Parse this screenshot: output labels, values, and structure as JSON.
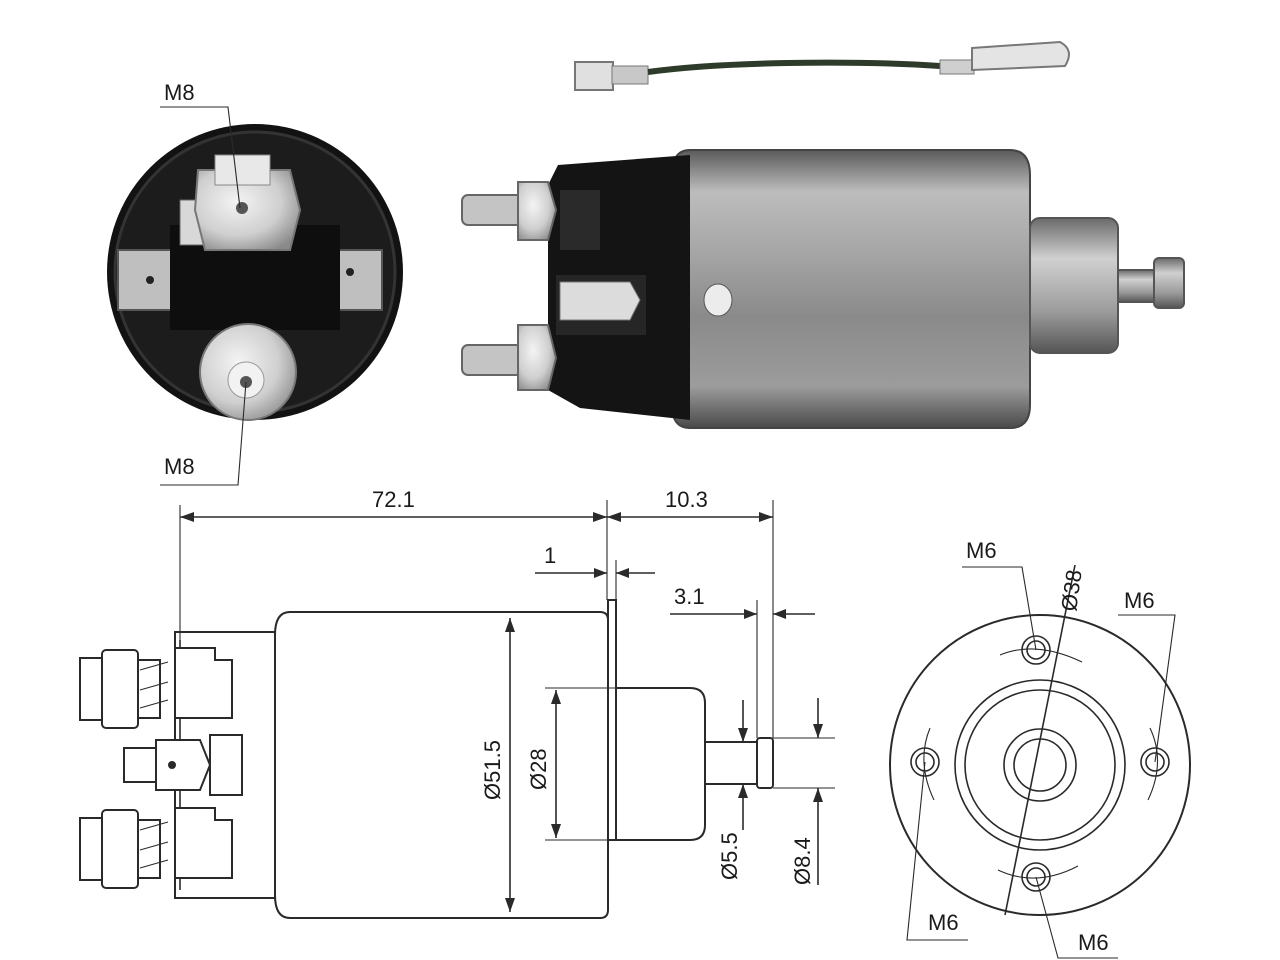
{
  "photo_labels": {
    "top_terminal": "M8",
    "bottom_terminal": "M8"
  },
  "dimensions": {
    "length_body": "72.1",
    "length_plunger": "10.3",
    "flange_gap": "1",
    "plunger_head": "3.1",
    "dia_body": "Ø51.5",
    "dia_boss": "Ø28",
    "dia_shaft": "Ø5.5",
    "dia_head": "Ø8.4"
  },
  "front_view": {
    "bolt_circle": "Ø38",
    "hole_top": "M6",
    "hole_right": "M6",
    "hole_left": "M6",
    "hole_bottom": "M6"
  },
  "colors": {
    "housing_dark": "#141414",
    "metal_light": "#c8c8c8",
    "metal_mid": "#8e8e8e",
    "line": "#2a2a2a"
  }
}
